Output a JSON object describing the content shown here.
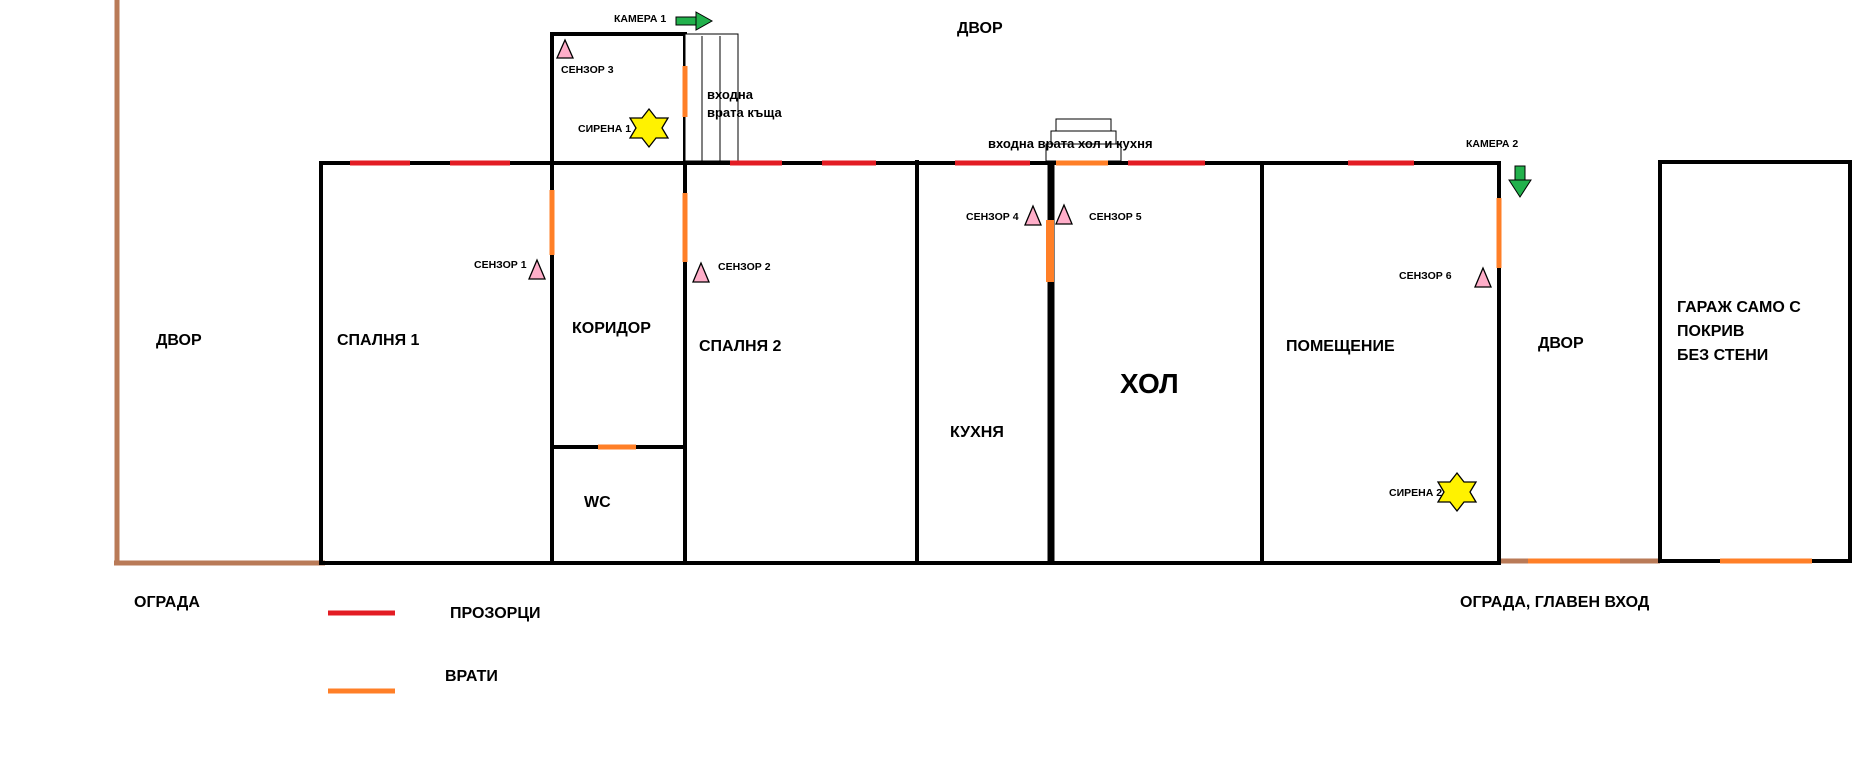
{
  "labels": {
    "yard_top": "ДВОР",
    "yard_left": "ДВОР",
    "yard_right": "ДВОР",
    "bedroom1": "СПАЛНЯ 1",
    "corridor": "КОРИДОР",
    "wc": "WC",
    "bedroom2": "СПАЛНЯ 2",
    "kitchen": "КУХНЯ",
    "hall": "ХОЛ",
    "room": "ПОМЕЩЕНИЕ",
    "garage_line1": "ГАРАЖ САМО С",
    "garage_line2": "ПОКРИВ",
    "garage_line3": "БЕЗ СТЕНИ",
    "fence_left": "ОГРАДА",
    "fence_right": "ОГРАДА, ГЛАВЕН ВХОД",
    "entrance_house_line1": "входна",
    "entrance_house_line2": "врата къща",
    "entrance_hall_kitchen": "входна врата хол и кухня"
  },
  "devices": {
    "camera1": "КАМЕРА 1",
    "camera2": "КАМЕРА 2",
    "sensor1": "СЕНЗОР 1",
    "sensor2": "СЕНЗОР 2",
    "sensor3": "СЕНЗОР 3",
    "sensor4": "СЕНЗОР 4",
    "sensor5": "СЕНЗОР 5",
    "sensor6": "СЕНЗОР 6",
    "siren1": "СИРЕНА 1",
    "siren2": "СИРЕНА  2"
  },
  "legend": {
    "windows": "ПРОЗОРЦИ",
    "doors": "ВРАТИ"
  },
  "colors": {
    "wall": "#000000",
    "window": "#e31c23",
    "door": "#ff7f27",
    "fence": "#b97a57",
    "camera": "#22b14c",
    "sensor": "#ffaec9",
    "siren": "#fff200"
  },
  "icons": {
    "camera": "camera-arrow-icon",
    "sensor": "sensor-triangle-icon",
    "siren": "siren-star-icon"
  }
}
